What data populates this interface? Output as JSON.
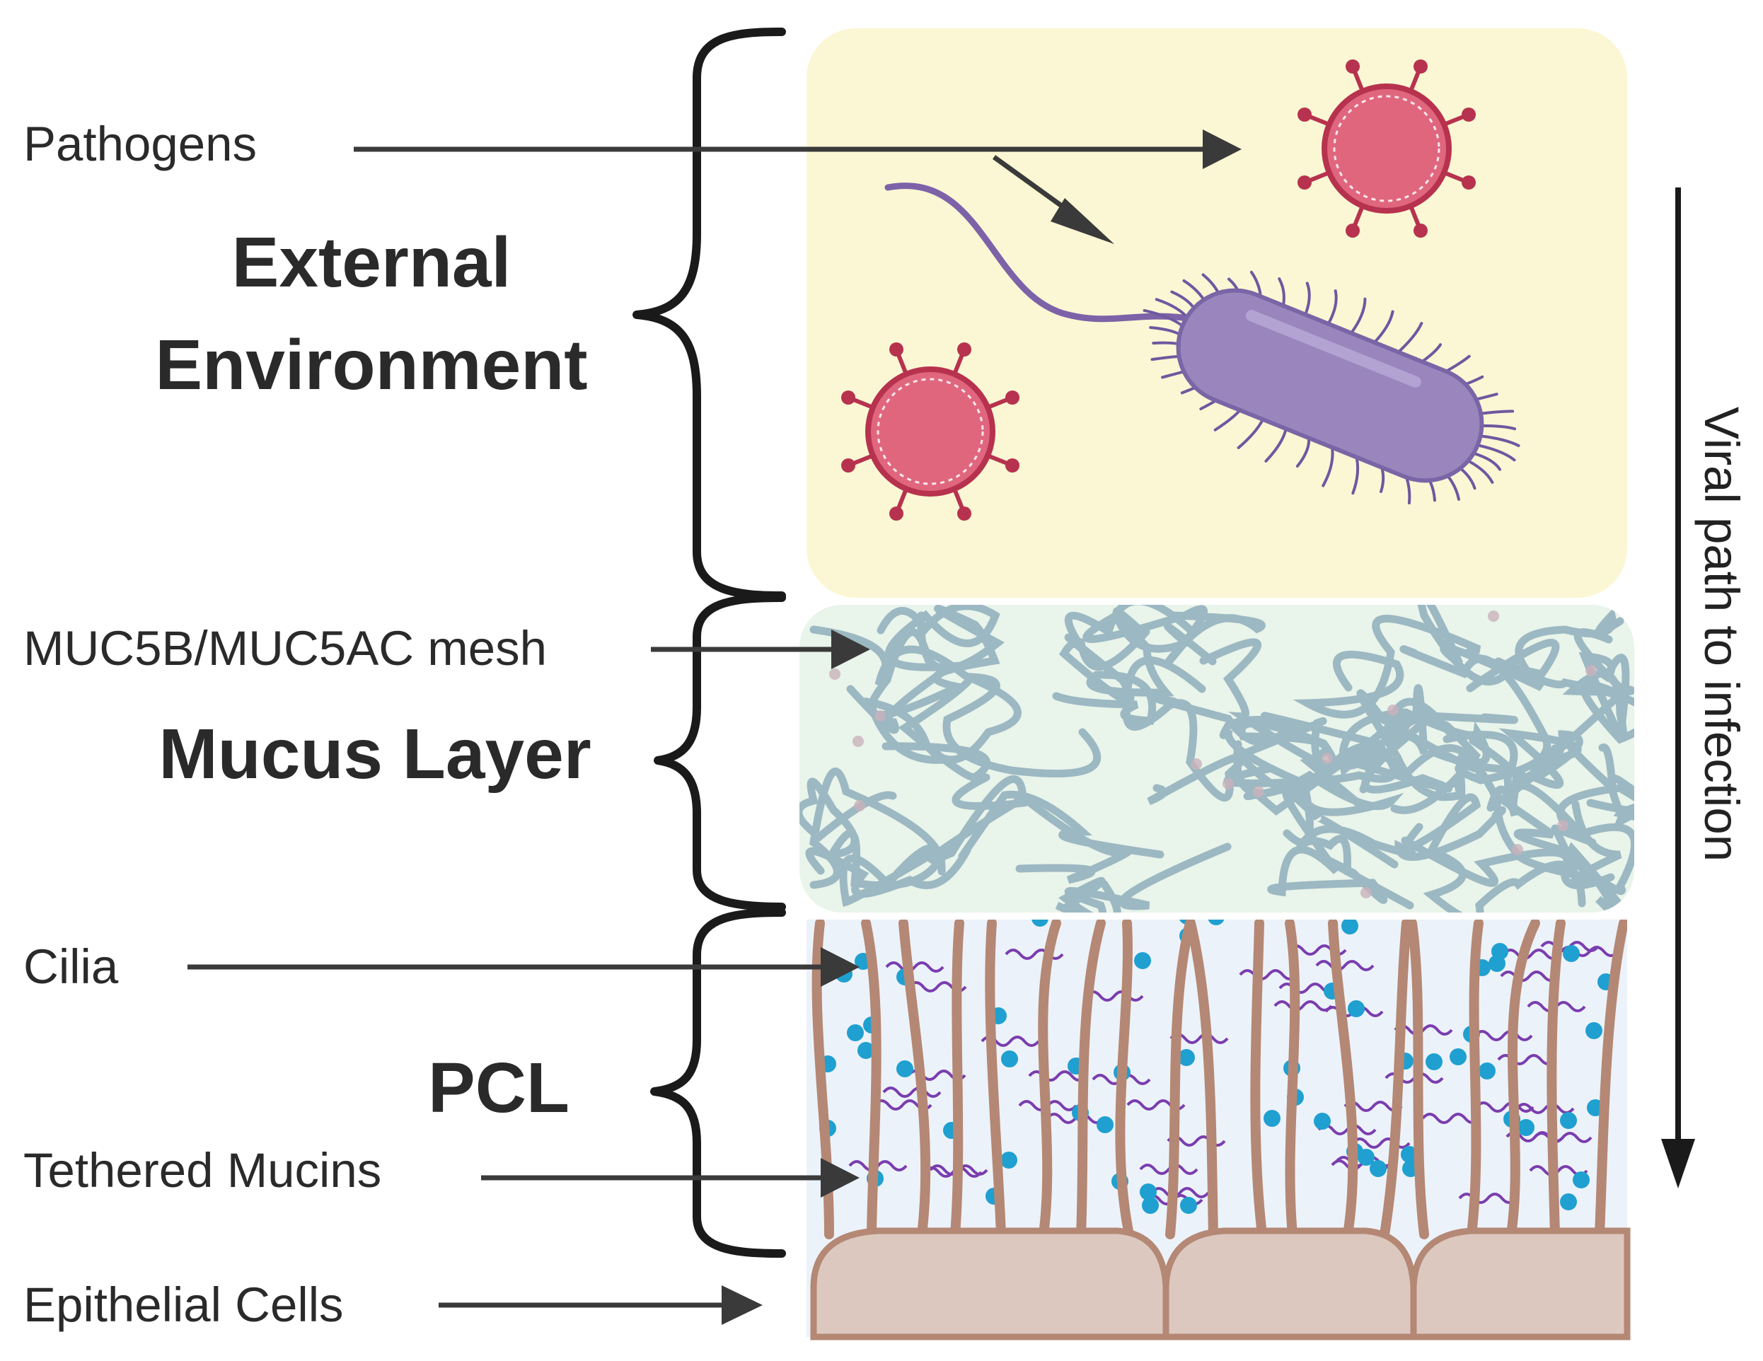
{
  "labels": {
    "pathogens": "Pathogens",
    "mesh": "MUC5B/MUC5AC mesh",
    "cilia": "Cilia",
    "tethered_mucins": "Tethered Mucins",
    "epithelial_cells": "Epithelial Cells"
  },
  "sections": {
    "external_line1": "External",
    "external_line2": "Environment",
    "mucus": "Mucus Layer",
    "pcl": "PCL"
  },
  "side_label": "Viral path to infection",
  "colors": {
    "external_bg": "#fbf7d4",
    "mucus_bg": "#e9f4ea",
    "pcl_bg": "#ecf2fa",
    "epithelium": "#dcc8bf",
    "cilia": "#b48874",
    "virus": "#e0667e",
    "virus_spike": "#b7324e",
    "bacterium": "#9a86bd",
    "mucin_fibre": "#9cb8c2",
    "tethered_mucin": "#7a3dae",
    "particle": "#1fa0d0"
  }
}
